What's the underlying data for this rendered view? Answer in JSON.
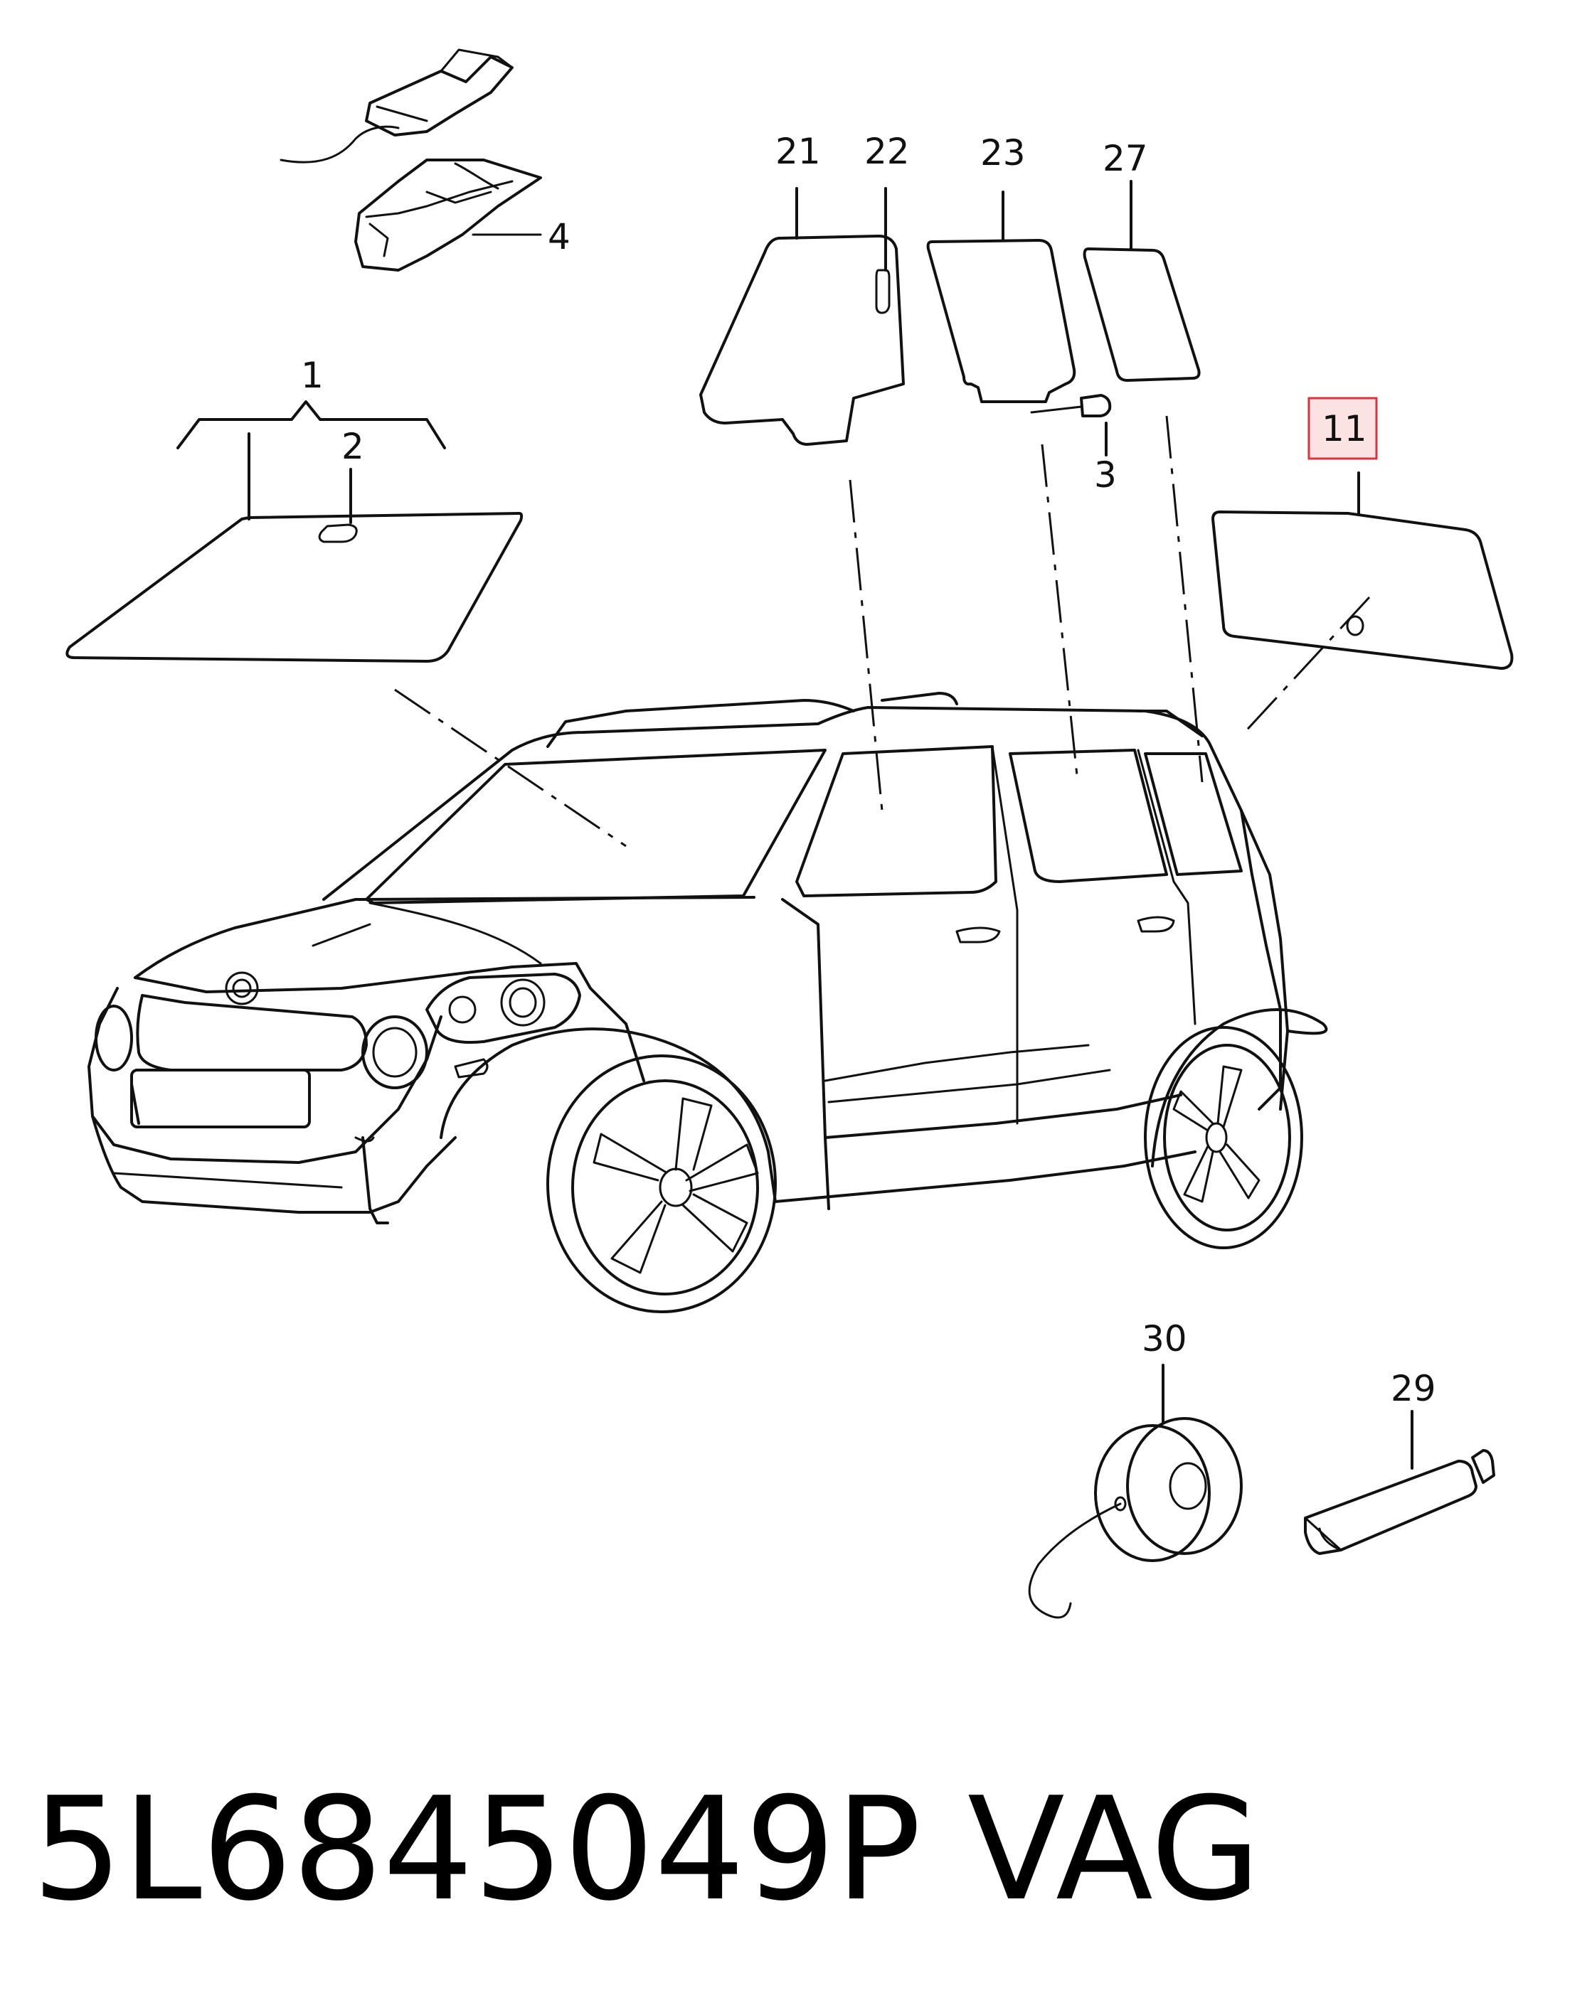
{
  "labels": {
    "p1": "1",
    "p2": "2",
    "p3": "3",
    "p4": "4",
    "p11": "11",
    "p21": "21",
    "p22": "22",
    "p23": "23",
    "p27": "27",
    "p29": "29",
    "p30": "30"
  },
  "caption": {
    "part_number": "5L6845049P",
    "brand": "VAG"
  },
  "colors": {
    "line": "#111111",
    "highlight_border": "#d9333f",
    "highlight_fill": "#fbe3e4"
  }
}
